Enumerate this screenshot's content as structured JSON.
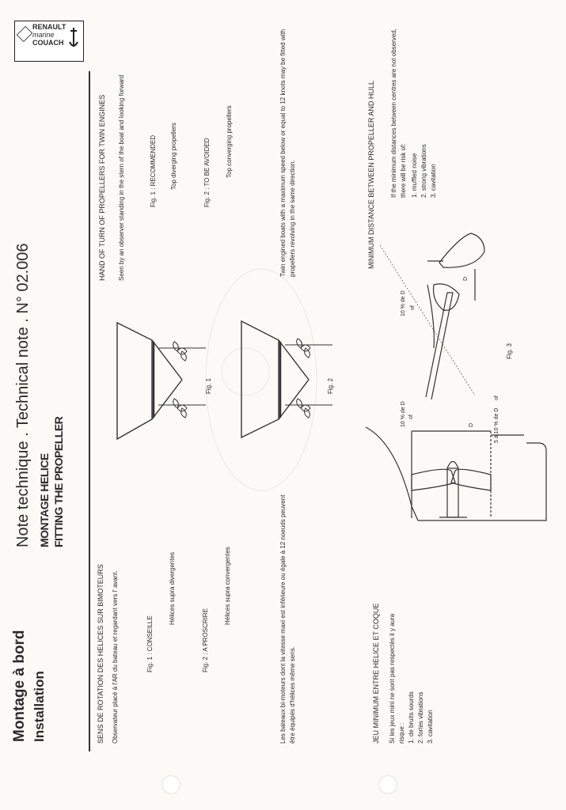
{
  "header": {
    "title_fr": "Montage à bord",
    "subtitle_fr": "Installation",
    "note_title": "Note technique . Technical note .  N° 02.006",
    "section_fr": "MONTAGE HELICE",
    "section_en": "FITTING THE PROPELLER",
    "logo": {
      "line1": "RENAULT",
      "line2": "marine",
      "line3": "COUACH"
    }
  },
  "fr": {
    "rotation_heading": "SENS DE ROTATION DES HELICES SUR BIMOTEURS",
    "observer": "Observateur placé à l'AR du bateau et regardant vers l' avant.",
    "fig1_label": "Fig. 1 : CONSEILLE",
    "fig1_desc": "Hélices supra divergentes",
    "fig2_label": "Fig. 2 : A PROSCRIRE",
    "fig2_desc": "Hélices supra convergentes",
    "twin_para": "Les bateaux bi-moteurs dont la vitesse maxi est inférieure ou égale à 12 noeuds peuvent être équipés d'hélices même sens.",
    "gap_heading": "JEU MINIMUM ENTRE HELICE ET COQUE",
    "gap_intro": "Si les jeux mini ne sont pas respectés il y aura risque :",
    "gap_items": [
      "1. de bruits sourds",
      "2. fortes vibrations",
      "3. cavitation"
    ]
  },
  "en": {
    "rotation_heading": "HAND OF TURN OF PROPELLERS FOR TWIN ENGINES",
    "observer": "Seen by an observer standing in the stern of the boat and looking forward",
    "fig1_label": "Fig. 1 : RECOMMENDED",
    "fig1_desc": "Top diverging propellers",
    "fig2_label": "Fig. 2  : TO BE AVOIDED",
    "fig2_desc": "Top converging propellers",
    "twin_para": "Twin engined boats with a maximum speed below or equal to 12 knots may be fitted with propellers revolving in the same direction.",
    "gap_heading": "MINIMUM DISTANCE BETWEEN PROPELLER AND HULL",
    "gap_intro": "If the minimum distances between centres are not observed, there will be risk of:",
    "gap_items": [
      "1. muffled noise",
      "2. strong vibrations",
      "3. cavitation"
    ]
  },
  "figures": {
    "fig1": "Fig. 1",
    "fig2": "Fig. 2",
    "fig3": "Fig. 3",
    "dim_10pct": "10 % de D",
    "dim_of": "of",
    "dim_D": "D",
    "dim_5to10": "5 à 10 % de D",
    "dim_10pct_b": "10 % de D"
  }
}
